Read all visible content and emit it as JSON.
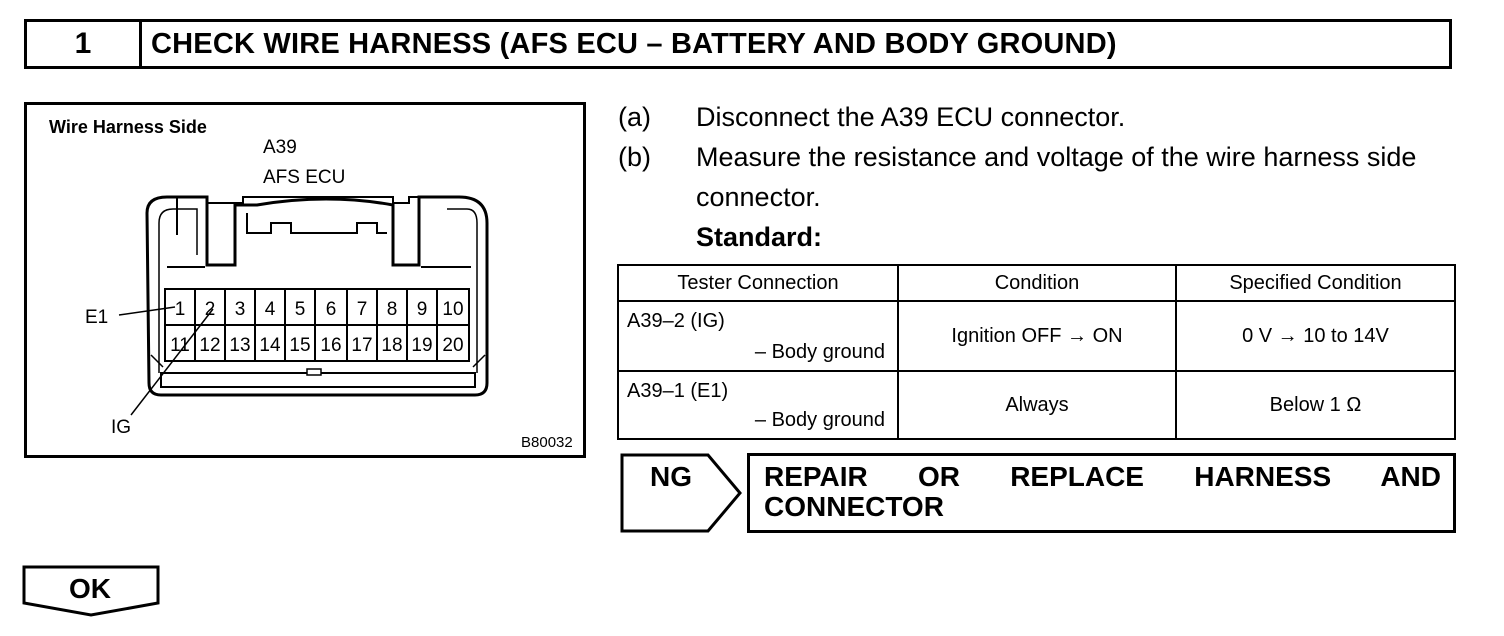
{
  "step": {
    "number": "1",
    "title": "CHECK WIRE HARNESS (AFS ECU – BATTERY AND BODY GROUND)"
  },
  "diagram": {
    "side_label": "Wire Harness Side",
    "connector_id": "A39",
    "connector_name": "AFS ECU",
    "pins_top": [
      "1",
      "2",
      "3",
      "4",
      "5",
      "6",
      "7",
      "8",
      "9",
      "10"
    ],
    "pins_bottom": [
      "11",
      "12",
      "13",
      "14",
      "15",
      "16",
      "17",
      "18",
      "19",
      "20"
    ],
    "callout_e1": "E1",
    "callout_ig": "IG",
    "figure_code": "B80032"
  },
  "instructions": [
    {
      "label": "(a)",
      "text": "Disconnect the A39 ECU connector."
    },
    {
      "label": "(b)",
      "text": "Measure the resistance and voltage of the wire harness side connector."
    }
  ],
  "standard_label": "Standard:",
  "table": {
    "headers": [
      "Tester Connection",
      "Condition",
      "Specified Condition"
    ],
    "rows": [
      {
        "conn_top": "A39–2 (IG)",
        "conn_bottom": "– Body ground",
        "condition": "Ignition OFF → ON",
        "spec": "0 V → 10 to 14V"
      },
      {
        "conn_top": "A39–1 (E1)",
        "conn_bottom": "– Body ground",
        "condition": "Always",
        "spec": "Below 1 Ω"
      }
    ]
  },
  "ng": {
    "label": "NG",
    "result": "REPAIR OR REPLACE HARNESS AND CONNECTOR"
  },
  "ok": {
    "label": "OK"
  }
}
